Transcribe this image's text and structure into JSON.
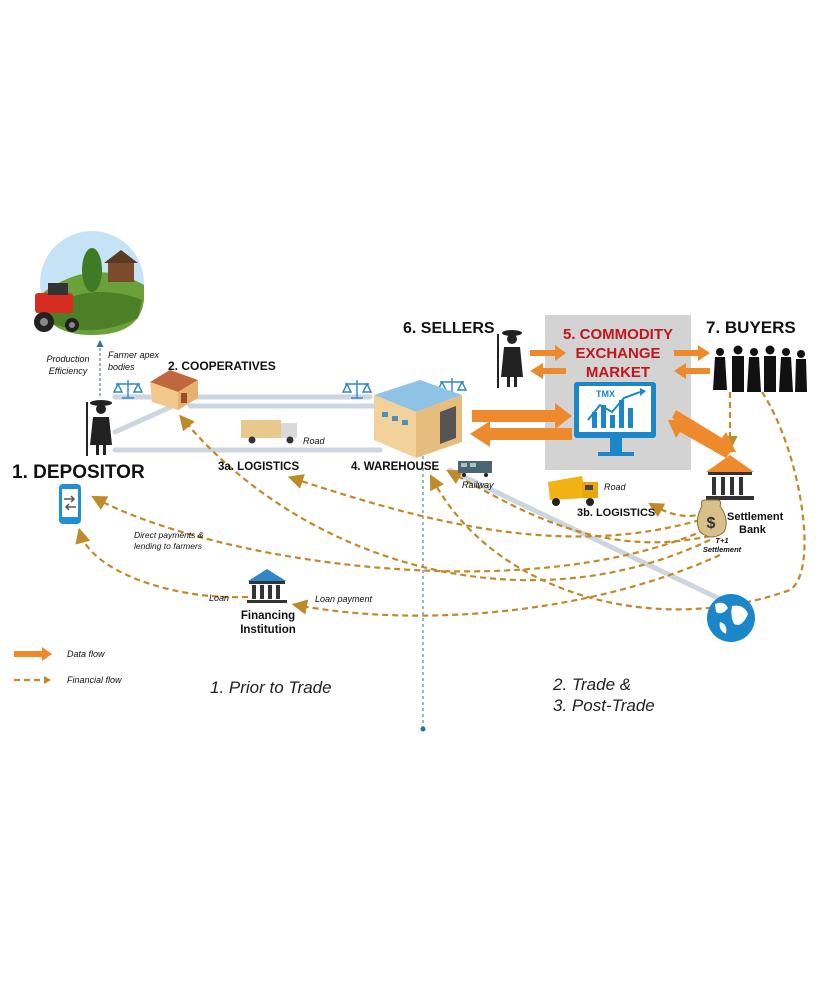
{
  "colors": {
    "data_flow": "#ee8a2c",
    "financial_flow": "#c08a2a",
    "exchange_box": "#d3d3d3",
    "exchange_title": "#c0161c",
    "monitor": "#1b86c8",
    "warehouse_roof": "#8ec3e6",
    "road": "#cdd6de"
  },
  "nodes": {
    "depositor": "1. DEPOSITOR",
    "cooperatives": "2. COOPERATIVES",
    "logistics_a": "3a. LOGISTICS",
    "logistics_b": "3b. LOGISTICS",
    "warehouse": "4. WAREHOUSE",
    "exchange_line1": "5. COMMODITY",
    "exchange_line2": "EXCHANGE",
    "exchange_line3": "MARKET",
    "exchange_screen": "TMX",
    "sellers": "6. SELLERS",
    "buyers": "7. BUYERS",
    "settlement_line1": "Settlement",
    "settlement_line2": "Bank",
    "financing_line1": "Financing",
    "financing_line2": "Institution"
  },
  "annotations": {
    "production_line1": "Production",
    "production_line2": "Efficiency",
    "farmer_line1": "Farmer apex",
    "farmer_line2": "bodies",
    "road_1": "Road",
    "road_2": "Road",
    "railway": "Railway",
    "direct_line1": "Direct payments &",
    "direct_line2": "lending to farmers",
    "loan": "Loan",
    "loan_payment": "Loan payment",
    "t1_line1": "T+1",
    "t1_line2": "Settlement"
  },
  "legend": {
    "data_flow": "Data flow",
    "financial_flow": "Financial flow"
  },
  "phases": {
    "prior": "1. Prior to Trade",
    "trade_line1": "2. Trade &",
    "trade_line2": "3. Post-Trade"
  },
  "icons": [
    "farm-icon",
    "tractor-icon",
    "farmer-icon",
    "phone-transfer-icon",
    "scale-icon",
    "barn-icon",
    "truck-icon",
    "warehouse-icon",
    "train-icon",
    "dump-truck-icon",
    "monitor-chart-icon",
    "money-bag-icon",
    "bank-icon",
    "globe-icon",
    "crowd-icon"
  ]
}
